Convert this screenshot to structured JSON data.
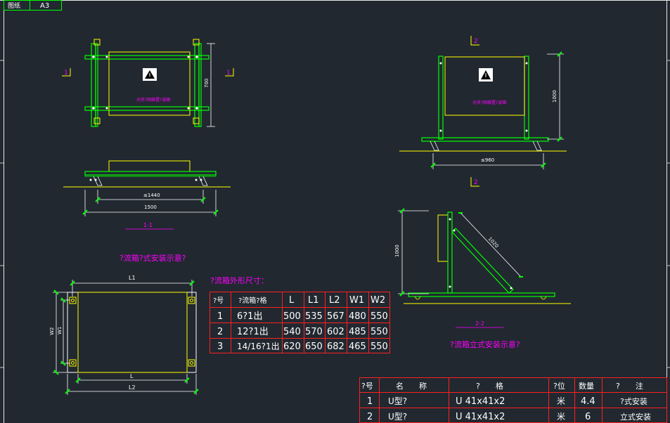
{
  "title_block": {
    "label": "图纸",
    "size": "A3"
  },
  "top_view": {
    "section_mark": "1",
    "dim_height": "700",
    "box_caption": "光伏?网箱置?波箱"
  },
  "section_1_1": {
    "dim_inner": "≤1440",
    "dim_outer": "1500",
    "section_label": "1-1",
    "caption": "?流箱?式安装示意?"
  },
  "front_view": {
    "section_mark": "2",
    "dim_height": "1000",
    "dim_width": "≤960",
    "box_caption": "光伏?网箱置?波箱"
  },
  "section_2_2": {
    "dim_height": "1000",
    "dim_diagonal": "1020",
    "section_label": "2-2",
    "caption": "?流箱立式安装示意?"
  },
  "outline_view": {
    "dim_L": "L",
    "dim_L1": "L1",
    "dim_L2": "L2",
    "dim_W1": "W1",
    "dim_W2": "W2"
  },
  "size_table": {
    "title": "?流箱外形尺寸：",
    "headers": [
      "?号",
      "?流箱?格",
      "L",
      "L1",
      "L2",
      "W1",
      "W2"
    ],
    "rows": [
      [
        "1",
        "6?1出",
        "500",
        "535",
        "567",
        "480",
        "550"
      ],
      [
        "2",
        "12?1出",
        "540",
        "570",
        "602",
        "485",
        "550"
      ],
      [
        "3",
        "14/16?1出",
        "620",
        "650",
        "682",
        "465",
        "550"
      ]
    ]
  },
  "material_table": {
    "headers": [
      "?号",
      "名　　称",
      "?　　格",
      "?位",
      "数量",
      "?　　注"
    ],
    "rows": [
      [
        "1",
        "U型?",
        "U  41x41x2",
        "米",
        "4.4",
        "?式安装"
      ],
      [
        "2",
        "U型?",
        "U  41x41x2",
        "米",
        "6",
        "立式安装"
      ]
    ]
  },
  "colors": {
    "background": "#212830",
    "steel": "#00ff00",
    "box": "#ffff00",
    "label": "#ff00ff",
    "table_line": "#ff0000",
    "text": "#ffffff"
  }
}
